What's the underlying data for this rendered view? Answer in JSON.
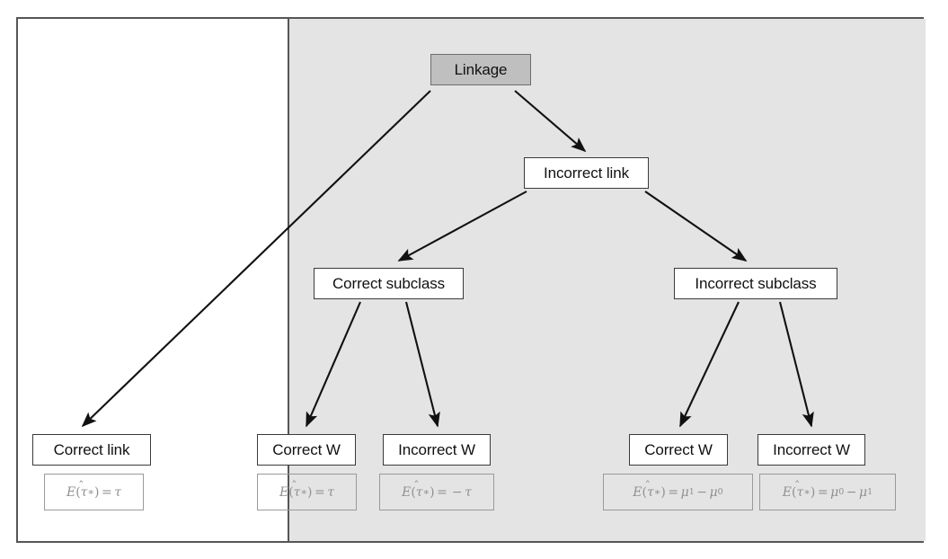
{
  "figure": {
    "type": "tree-diagram",
    "panels": {
      "left_label": "unshaded-panel",
      "right_label": "shaded-panel",
      "left_bg": "#ffffff",
      "right_bg": "#e4e4e4",
      "frame_color": "#565656"
    }
  },
  "nodes": {
    "root": {
      "label": "Linkage",
      "fill": "#bfbfbf"
    },
    "incorrect_link": {
      "label": "Incorrect link",
      "fill": "#ffffff"
    },
    "correct_subclass": {
      "label": "Correct subclass",
      "fill": "#ffffff"
    },
    "incorrect_subclass": {
      "label": "Incorrect subclass",
      "fill": "#ffffff"
    },
    "correct_link": {
      "label": "Correct link",
      "fill": "#ffffff"
    },
    "cs_correct_w": {
      "label": "Correct W",
      "fill": "#ffffff"
    },
    "cs_incorrect_w": {
      "label": "Incorrect W",
      "fill": "#ffffff"
    },
    "is_correct_w": {
      "label": "Correct W",
      "fill": "#ffffff"
    },
    "is_incorrect_w": {
      "label": "Incorrect W",
      "fill": "#ffffff"
    }
  },
  "formulas": {
    "correct_link": "E(tau-hat*) = tau",
    "cs_correct_w": "E(tau-hat*) = tau",
    "cs_incorrect_w": "E(tau-hat*) = -tau",
    "is_correct_w": "E(tau-hat*) = mu_1 - mu_0",
    "is_incorrect_w": "E(tau-hat*) = mu_0 - mu_1"
  },
  "edges": [
    {
      "from": "root",
      "to": "correct_link"
    },
    {
      "from": "root",
      "to": "incorrect_link"
    },
    {
      "from": "incorrect_link",
      "to": "correct_subclass"
    },
    {
      "from": "incorrect_link",
      "to": "incorrect_subclass"
    },
    {
      "from": "correct_subclass",
      "to": "cs_correct_w"
    },
    {
      "from": "correct_subclass",
      "to": "cs_incorrect_w"
    },
    {
      "from": "incorrect_subclass",
      "to": "is_correct_w"
    },
    {
      "from": "incorrect_subclass",
      "to": "is_incorrect_w"
    }
  ]
}
